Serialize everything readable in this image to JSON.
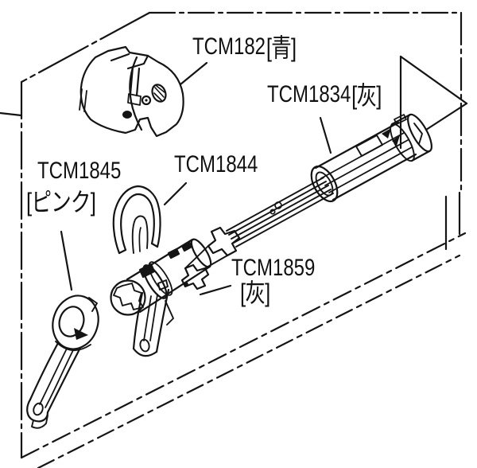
{
  "diagram": {
    "kind": "exploded-parts-diagram",
    "colors": {
      "line": "#141414",
      "background": "#ffffff"
    },
    "labels": [
      {
        "id": "tcm182",
        "part_no": "TCM182",
        "color_note": "[青]"
      },
      {
        "id": "tcm1834",
        "part_no": "TCM1834",
        "color_note": "[灰]"
      },
      {
        "id": "tcm1845",
        "part_no": "TCM1845",
        "color_note": "[ピンク]"
      },
      {
        "id": "tcm1844",
        "part_no": "TCM1844",
        "color_note": ""
      },
      {
        "id": "tcm1859",
        "part_no": "TCM1859",
        "color_note": "[灰]"
      }
    ]
  }
}
